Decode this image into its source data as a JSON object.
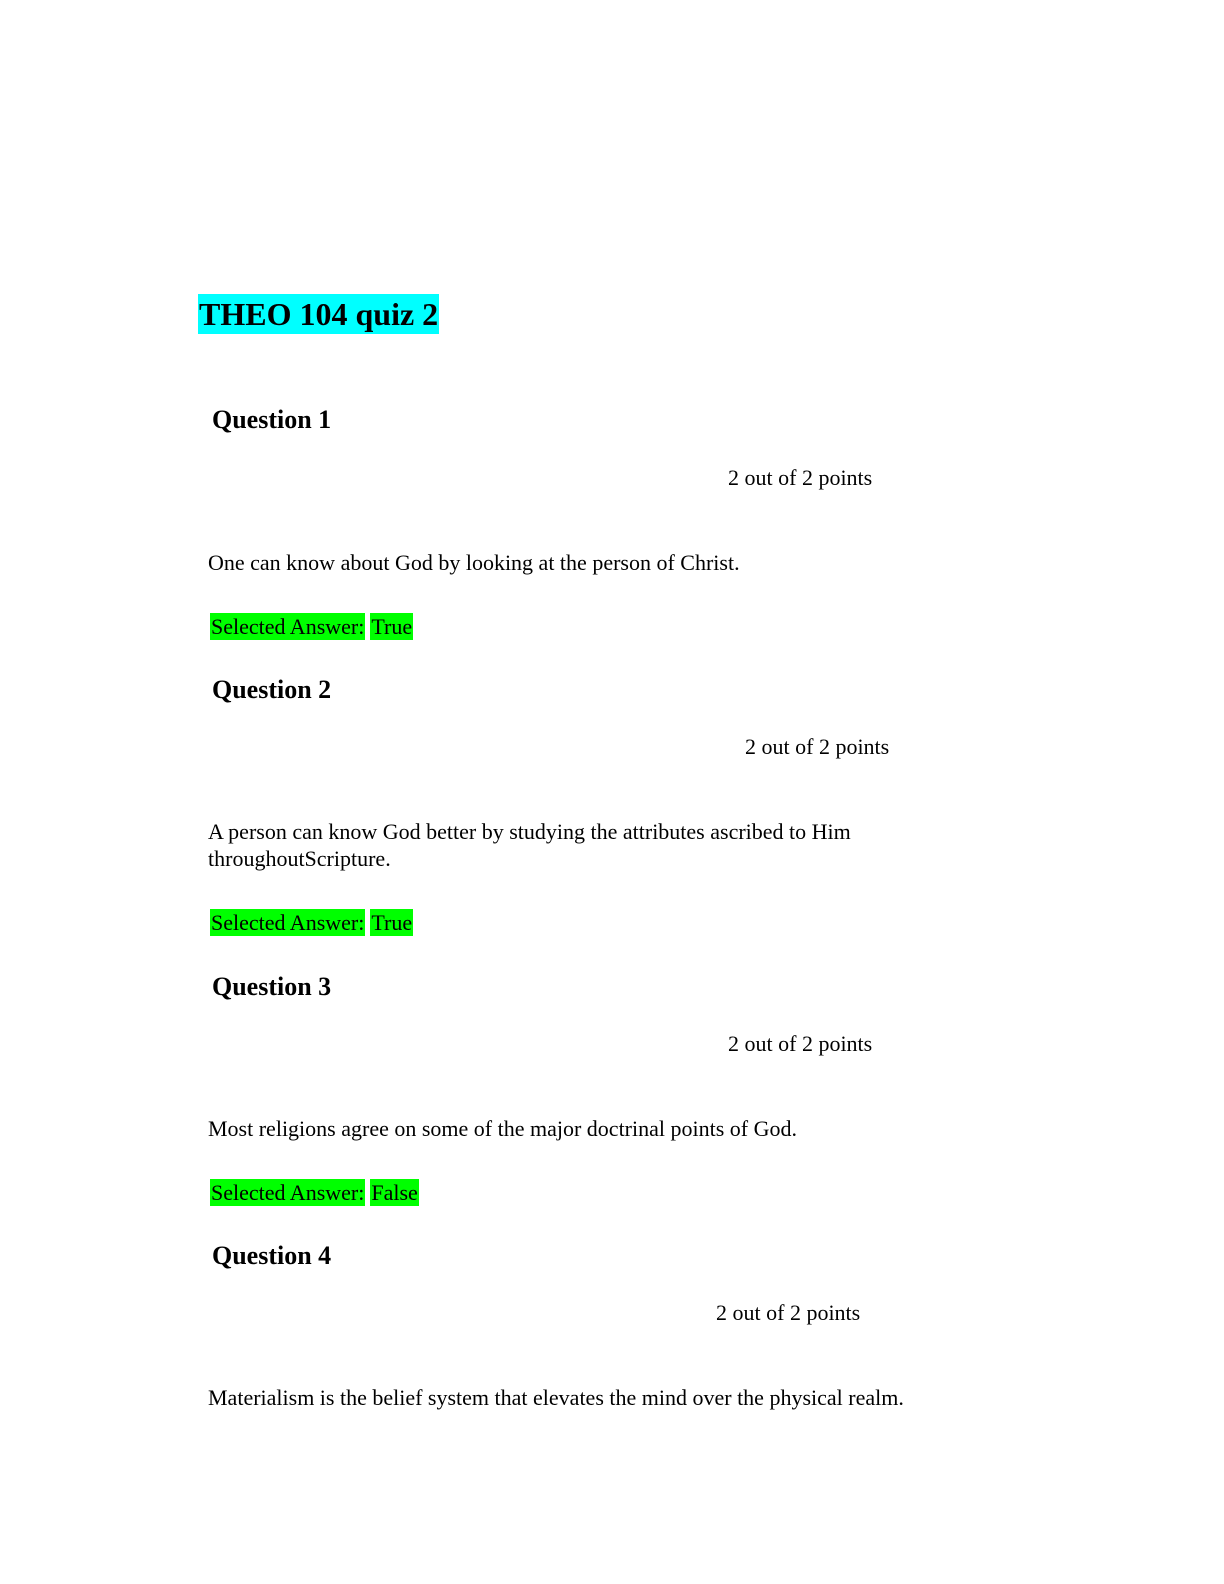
{
  "title": "THEO 104 quiz 2",
  "answer_label": "Selected Answer:",
  "questions": [
    {
      "heading": "Question 1",
      "points": "2 out of 2 points",
      "text": "One can know about God by looking at the person of Christ.",
      "answer": "True"
    },
    {
      "heading": "Question 2",
      "points": "2 out of 2 points",
      "text": "A person can know God better by studying the attributes ascribed to Him throughoutScripture.",
      "answer": "True"
    },
    {
      "heading": "Question 3",
      "points": "2 out of 2 points",
      "text": "Most religions agree on some of the major doctrinal points of God.",
      "answer": "False"
    },
    {
      "heading": "Question 4",
      "points": "2 out of 2 points",
      "text": "Materialism is the belief system that elevates the mind over the physical realm."
    }
  ],
  "colors": {
    "title_highlight": "#00ffff",
    "answer_highlight": "#00ff00"
  }
}
